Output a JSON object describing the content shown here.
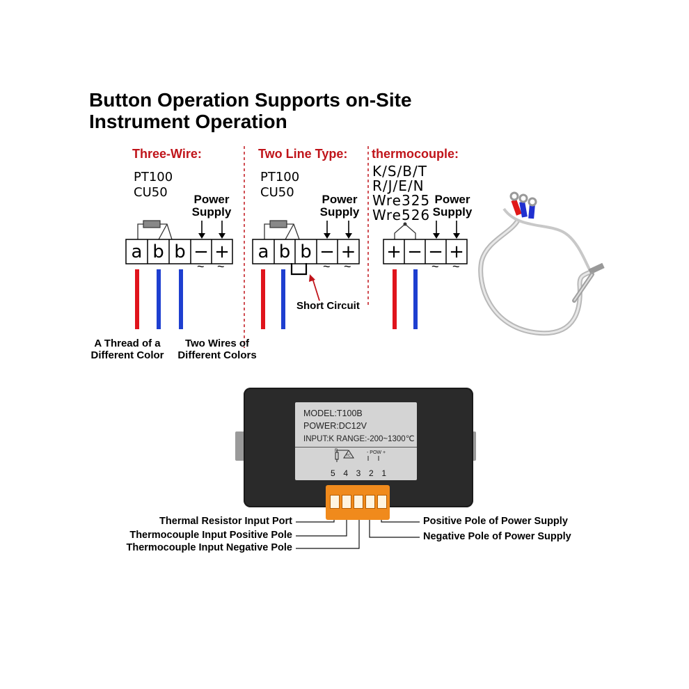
{
  "title": {
    "line1": "Button Operation Supports on-Site",
    "line2": "Instrument Operation"
  },
  "sections": {
    "three_wire": {
      "heading": "Three-Wire:",
      "sensor1": "PT100",
      "sensor2": "CU50",
      "power1": "Power",
      "power2": "Supply",
      "terminals": [
        "a",
        "b",
        "b",
        "−",
        "+"
      ],
      "caption_left_1": "A Thread of a",
      "caption_left_2": "Different Color",
      "caption_right_1": "Two Wires of",
      "caption_right_2": "Different Colors"
    },
    "two_line": {
      "heading": "Two Line Type:",
      "sensor1": "PT100",
      "sensor2": "CU50",
      "power1": "Power",
      "power2": "Supply",
      "terminals": [
        "a",
        "b",
        "b",
        "−",
        "+"
      ],
      "short_circuit": "Short Circuit"
    },
    "thermocouple": {
      "heading": "thermocouple:",
      "types": [
        "K/S/B/T",
        "R/J/E/N",
        "Wre325",
        "Wre526"
      ],
      "power1": "Power",
      "power2": "Supply",
      "terminals": [
        "+",
        "−",
        "−",
        "+"
      ]
    },
    "ac_symbol": "~"
  },
  "device": {
    "model": "MODEL:T100B",
    "power": "POWER:DC12V",
    "input": "INPUT:K  RANGE:-200~1300℃",
    "terminal_numbers": [
      "5",
      "4",
      "3",
      "2",
      "1"
    ],
    "diagram_labels": {
      "r": "R",
      "tc": "TC",
      "pow": "- POW +"
    }
  },
  "callouts": {
    "left": [
      "Thermal Resistor Input Port",
      "Thermocouple Input Positive Pole",
      "Thermocouple Input Negative Pole"
    ],
    "right": [
      "Positive Pole of Power Supply",
      "Negative Pole of Power Supply"
    ]
  },
  "colors": {
    "heading_red": "#c0141a",
    "wire_red": "#e0141c",
    "wire_blue": "#1e3fd0",
    "connector_orange": "#f08a1c",
    "device_body": "#2a2a2a",
    "label_plate": "#d4d4d4"
  }
}
